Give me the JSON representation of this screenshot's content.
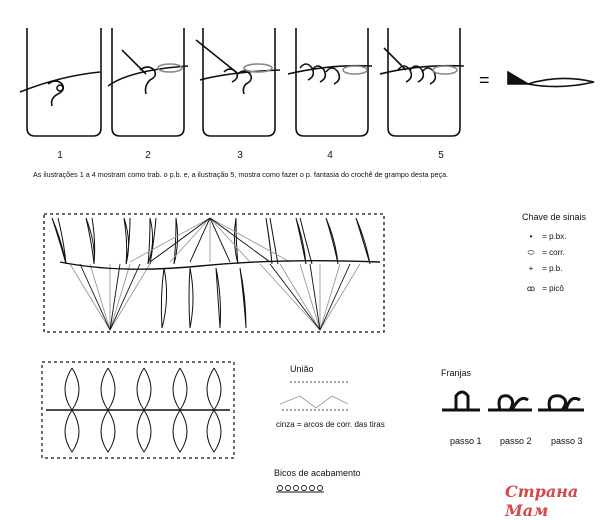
{
  "steps": [
    "1",
    "2",
    "3",
    "4",
    "5"
  ],
  "equals": "=",
  "caption": "As ilustrações 1 a 4 mostram como trab. o p.b. e, a ilustração 5, mostra como fazer o p. fantasia do crochê de grampo desta peça.",
  "legend": {
    "title": "Chave de sinais",
    "items": [
      {
        "symbol": "•",
        "label": "= p.bx."
      },
      {
        "symbol": "⬭",
        "label": "= corr."
      },
      {
        "symbol": "+",
        "label": "= p.b."
      },
      {
        "symbol": "ꝏ",
        "label": "= picô"
      }
    ]
  },
  "uniao": {
    "title": "União",
    "note": "cinza = arcos de corr. das tiras"
  },
  "franjas": {
    "title": "Franjas",
    "steps": [
      "passo 1",
      "passo 2",
      "passo 3"
    ]
  },
  "bicos": {
    "title": "Bicos de acabamento"
  },
  "watermark": "Страна Мам"
}
